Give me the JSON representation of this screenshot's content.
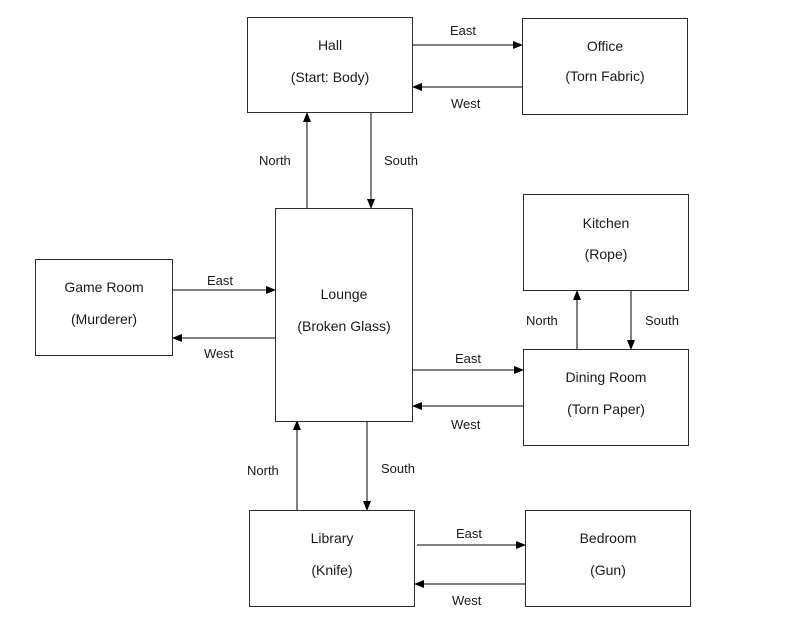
{
  "rooms": {
    "hall": {
      "name": "Hall",
      "item": "(Start: Body)"
    },
    "office": {
      "name": "Office",
      "item": "(Torn Fabric)"
    },
    "game_room": {
      "name": "Game Room",
      "item": "(Murderer)"
    },
    "lounge": {
      "name": "Lounge",
      "item": "(Broken Glass)"
    },
    "kitchen": {
      "name": "Kitchen",
      "item": "(Rope)"
    },
    "dining_room": {
      "name": "Dining Room",
      "item": "(Torn Paper)"
    },
    "library": {
      "name": "Library",
      "item": "(Knife)"
    },
    "bedroom": {
      "name": "Bedroom",
      "item": "(Gun)"
    }
  },
  "edges": {
    "hall_office": "East",
    "office_hall": "West",
    "lounge_hall": "North",
    "hall_lounge": "South",
    "game_lounge": "East",
    "lounge_game": "West",
    "dining_kitchen": "North",
    "kitchen_dining": "South",
    "lounge_dining": "East",
    "dining_lounge": "West",
    "library_lounge": "North",
    "lounge_library": "South",
    "library_bedroom": "East",
    "bedroom_library": "West"
  },
  "colors": {
    "line": "#000000",
    "border": "#2b2b2b",
    "text": "#1a1a1a"
  }
}
